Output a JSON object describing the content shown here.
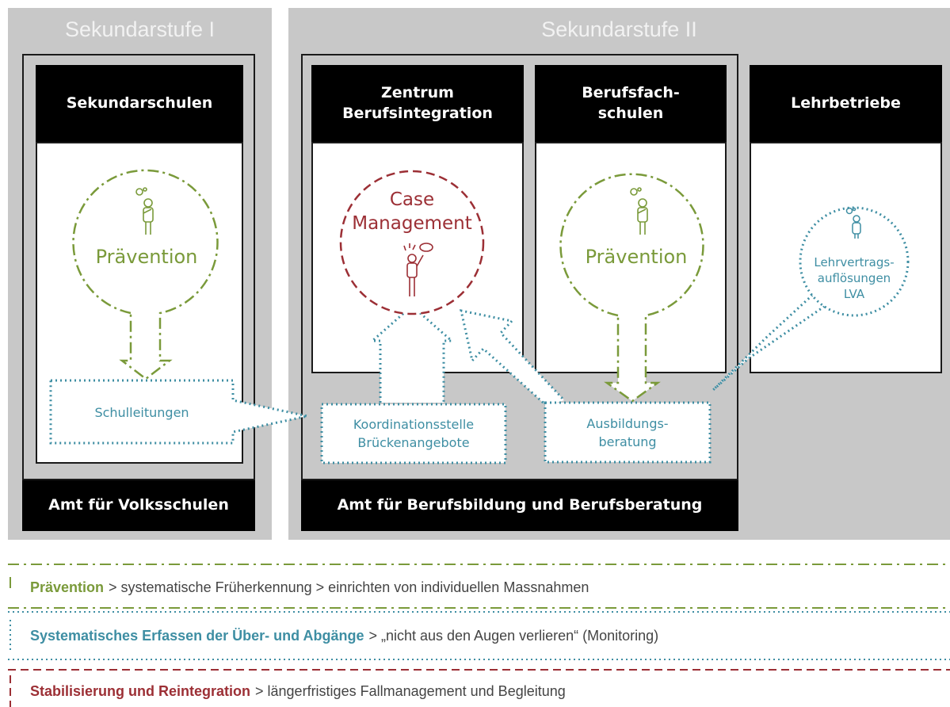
{
  "stages": {
    "sek1": "Sekundarstufe I",
    "sek2": "Sekundarstufe II"
  },
  "columns": {
    "sekundarschulen": "Sekundarschulen",
    "zentrum": "Zentrum\nBerufsintegration",
    "berufsfach": "Berufsfach-\nschulen",
    "lehrbetriebe": "Lehrbetriebe"
  },
  "circles": {
    "praevention_left": "Prävention",
    "case_management": "Case\nManagement",
    "praevention_right": "Prävention",
    "lva": "Lehrvertrags-\nauflösungen\nLVA"
  },
  "boxes": {
    "schulleitungen": "Schulleitungen",
    "koordination": "Koordinationsstelle\nBrückenangebote",
    "ausbildung": "Ausbildungs-\nberatung"
  },
  "offices": {
    "volksschulen": "Amt für Volksschulen",
    "berufsbildung": "Amt für Berufsbildung und Berufsberatung"
  },
  "legend": {
    "praevention": {
      "key": "Prävention",
      "text": "> systematische Früherkennung > einrichten von individuellen Massnahmen"
    },
    "monitoring": {
      "key": "Systematisches Erfassen der Über- und Abgänge",
      "text": "> „nicht aus den Augen verlieren“ (Monitoring)"
    },
    "stabilisierung": {
      "key": "Stabilisierung und Reintegration",
      "text": "> längerfristiges Fallmanagement und Begleitung"
    }
  },
  "colors": {
    "green": "#7a9a3a",
    "red": "#9c2f35",
    "blue": "#3e8ea3",
    "panel": "#c8c8c8",
    "black": "#000000"
  },
  "icons": {
    "person_thinking": "person-thinking-icon",
    "person_alert": "person-alert-icon"
  }
}
